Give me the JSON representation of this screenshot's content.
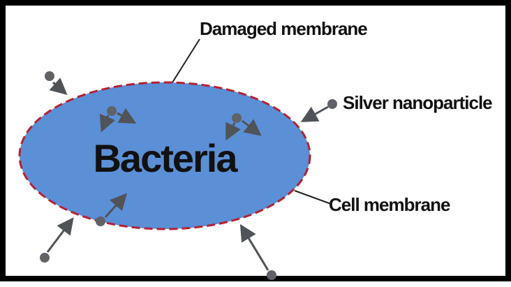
{
  "labels": {
    "bacteria": "Bacteria",
    "damaged_membrane": "Damaged membrane",
    "silver_nanoparticle": "Silver nanoparticle",
    "cell_membrane": "Cell membrane"
  },
  "colors": {
    "cell_fill": "#5b8fd6",
    "membrane_stroke": "#b22234",
    "particle": "#5f6368",
    "arrow": "#505357",
    "frame": "#000000",
    "text": "#111111"
  },
  "icons": {
    "nanoparticle": "gray-circle",
    "arrow": "arrowhead"
  }
}
